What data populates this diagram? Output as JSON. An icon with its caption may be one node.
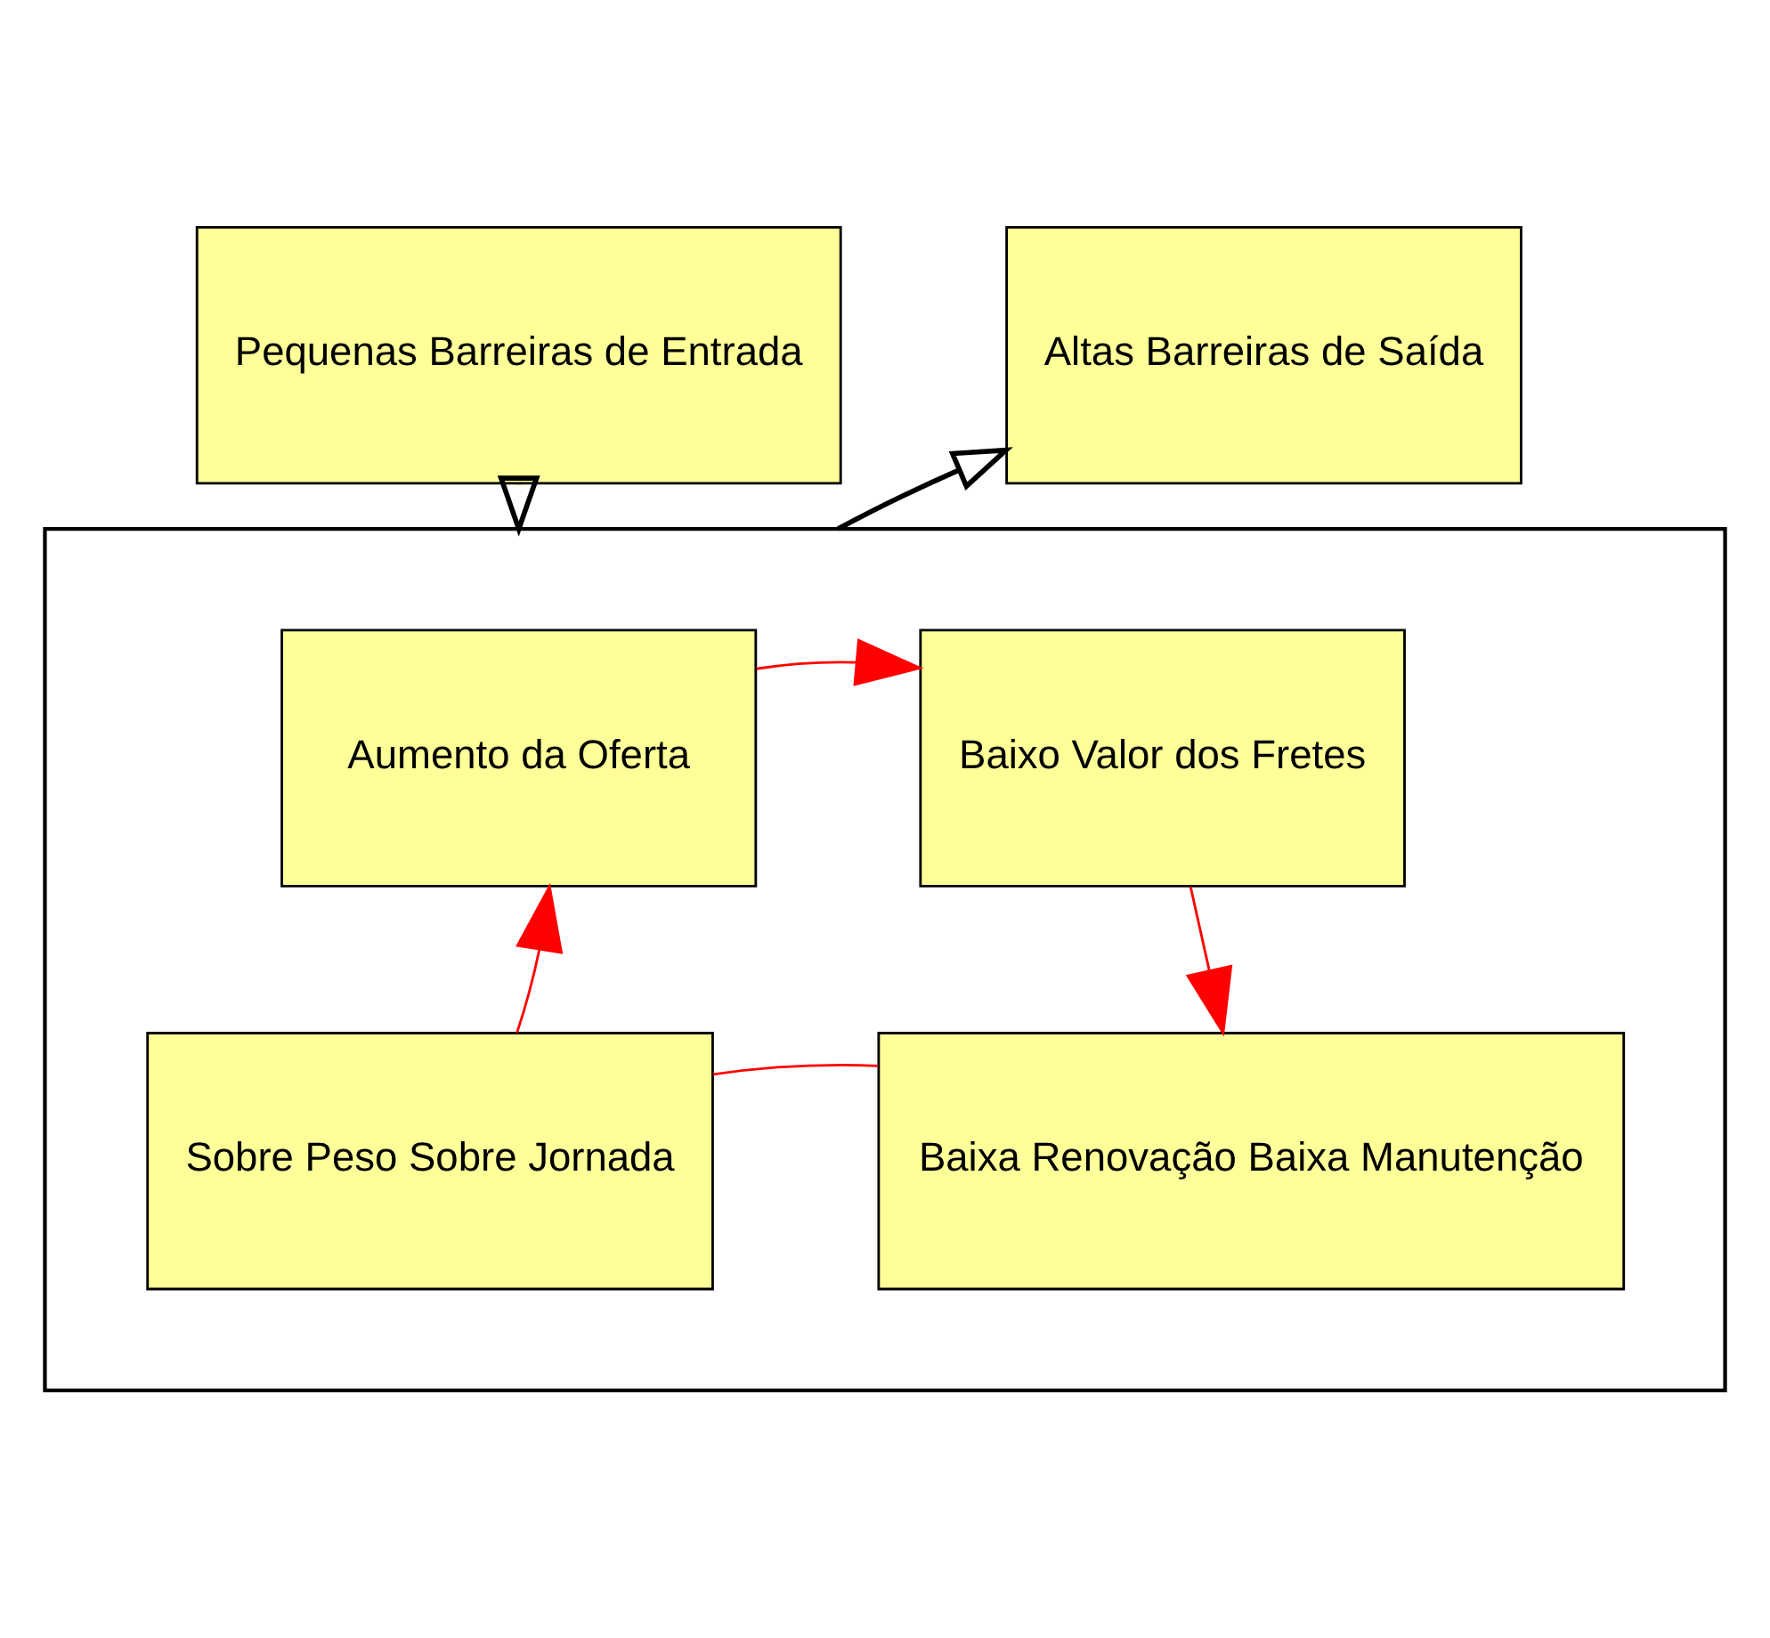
{
  "diagram": {
    "nodes": [
      {
        "text": [
          "Pequenas Barreiras de Entrada"
        ]
      },
      {
        "text": [
          "Altas Barreiras de Saída"
        ]
      },
      {
        "text": [],
        "shape": "box"
      },
      {
        "text": [
          "Aumento da Oferta"
        ],
        "in": 2
      },
      {
        "text": [
          "Baixo Valor dos Fretes"
        ],
        "in": 2
      },
      {
        "text": [
          "Sobre Peso Sobre Jornada"
        ],
        "in": 2
      },
      {
        "text": [
          "Baixa Renovação Baixa Manutenção"
        ],
        "in": 2
      }
    ],
    "edges": [
      {
        "from": 0,
        "to": 2,
        "arrow": "to",
        "color": "#000000"
      },
      {
        "from": 2,
        "to": 1,
        "arrow": "to",
        "color": "#000000"
      },
      {
        "from": 3,
        "to": 4,
        "arrow": "to"
      },
      {
        "from": 4,
        "to": 6,
        "arrow": "to"
      },
      {
        "from": 6,
        "to": 5,
        "arrow": "none"
      },
      {
        "from": 5,
        "to": 3,
        "arrow": "to"
      }
    ]
  }
}
